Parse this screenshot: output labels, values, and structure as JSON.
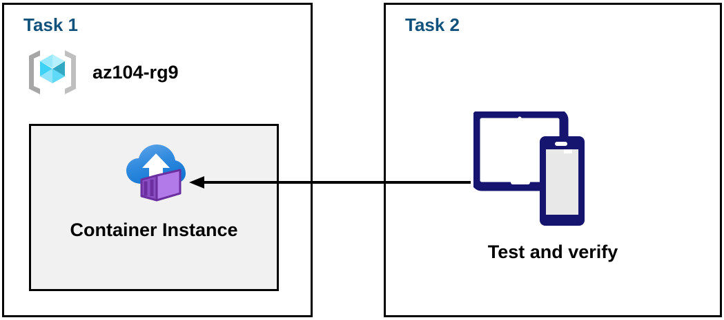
{
  "diagram": {
    "background_color": "#ffffff",
    "panels": [
      {
        "id": "task1",
        "heading": "Task 1",
        "heading_color": "#11527d",
        "resource_group": {
          "icon": "azure-resource-group-icon",
          "label": "az104-rg9"
        },
        "resource": {
          "icon": "azure-container-instance-icon",
          "label": "Container Instance",
          "box_fill": "#f1f1f1",
          "box_border": "#000000"
        }
      },
      {
        "id": "task2",
        "heading": "Task 2",
        "heading_color": "#11527d",
        "device": {
          "icon": "tablet-and-phone-devices-icon",
          "label": "Test and verify",
          "icon_color": "#151570",
          "screen_fill": "#e8e8e8"
        }
      }
    ],
    "connector": {
      "name": "arrow-task2-to-container-instance",
      "direction": "right-to-left",
      "color": "#000000",
      "from": "Test and verify",
      "to": "Container Instance"
    },
    "colors": {
      "panel_border": "#000000",
      "heading_blue": "#11527d",
      "cloud_blue_light": "#5ea0e8",
      "cloud_blue_dark": "#1577d4",
      "container_purple_light": "#b17ae8",
      "container_purple_dark": "#6b2fa0",
      "cube_cyan_light": "#9ae8fb",
      "cube_cyan_mid": "#3fd2f7",
      "cube_teal_dark": "#31a8c4",
      "bracket_gray": "#a6a6a6",
      "navy": "#151570"
    }
  }
}
